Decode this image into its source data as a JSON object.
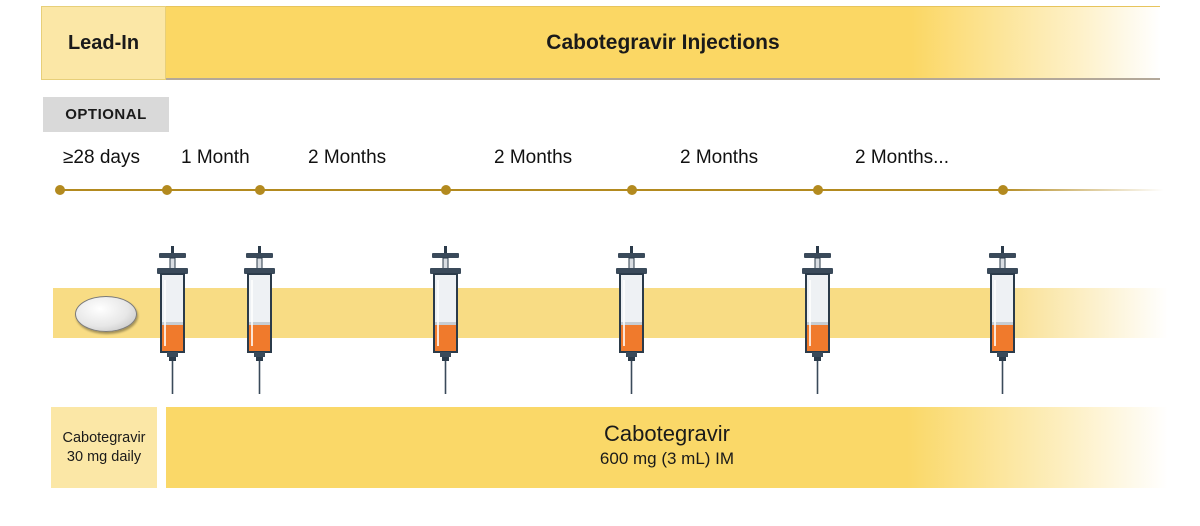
{
  "header": {
    "lead_in": "Lead-In",
    "injections": "Cabotegravir Injections"
  },
  "optional_badge": "OPTIONAL",
  "intervals": [
    "≥28 days",
    "1 Month",
    "2 Months",
    "2 Months",
    "2 Months",
    "2 Months..."
  ],
  "timeline": {
    "point_count": 7
  },
  "icons": {
    "pill": "oral-tablet-icon",
    "syringe": "syringe-icon",
    "syringe_count": 6
  },
  "oral_dosing": {
    "drug": "Cabotegravir",
    "dose": "30 mg daily"
  },
  "injection_dosing": {
    "drug": "Cabotegravir",
    "dose": "600 mg (3 mL) IM"
  },
  "colors": {
    "accent_gold": "#fbd764",
    "timeline": "#b38a1f",
    "syringe_fill": "#f07a2c"
  }
}
